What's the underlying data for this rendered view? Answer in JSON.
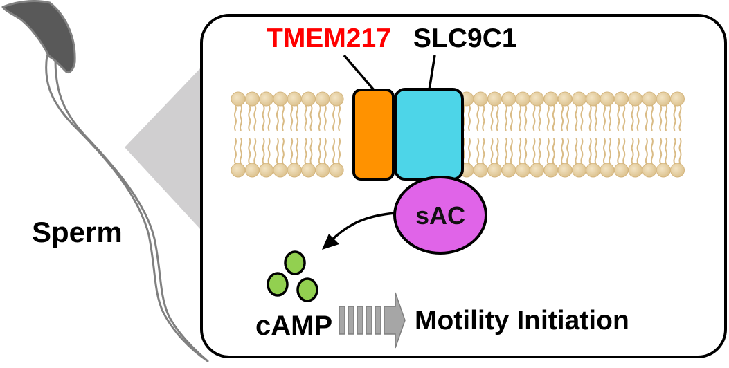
{
  "labels": {
    "sperm": "Sperm",
    "tmem217": "TMEM217",
    "slc9c1": "SLC9C1",
    "sac": "sAC",
    "camp": "cAMP",
    "outcome": "Motility Initiation"
  },
  "colors": {
    "tmem217_text": "#ff0000",
    "tmem217_fill": "#ff9200",
    "slc9c1_fill": "#4dd5e8",
    "sac_fill": "#e064e8",
    "camp_fill": "#92d050",
    "membrane_head": "#e8d3a8",
    "membrane_tail": "#d9bb85",
    "sperm_head": "#595959",
    "sperm_outline": "#808080",
    "zoom_cone": "#d0cfd0",
    "progress_arrow": "#a6a6a6"
  }
}
